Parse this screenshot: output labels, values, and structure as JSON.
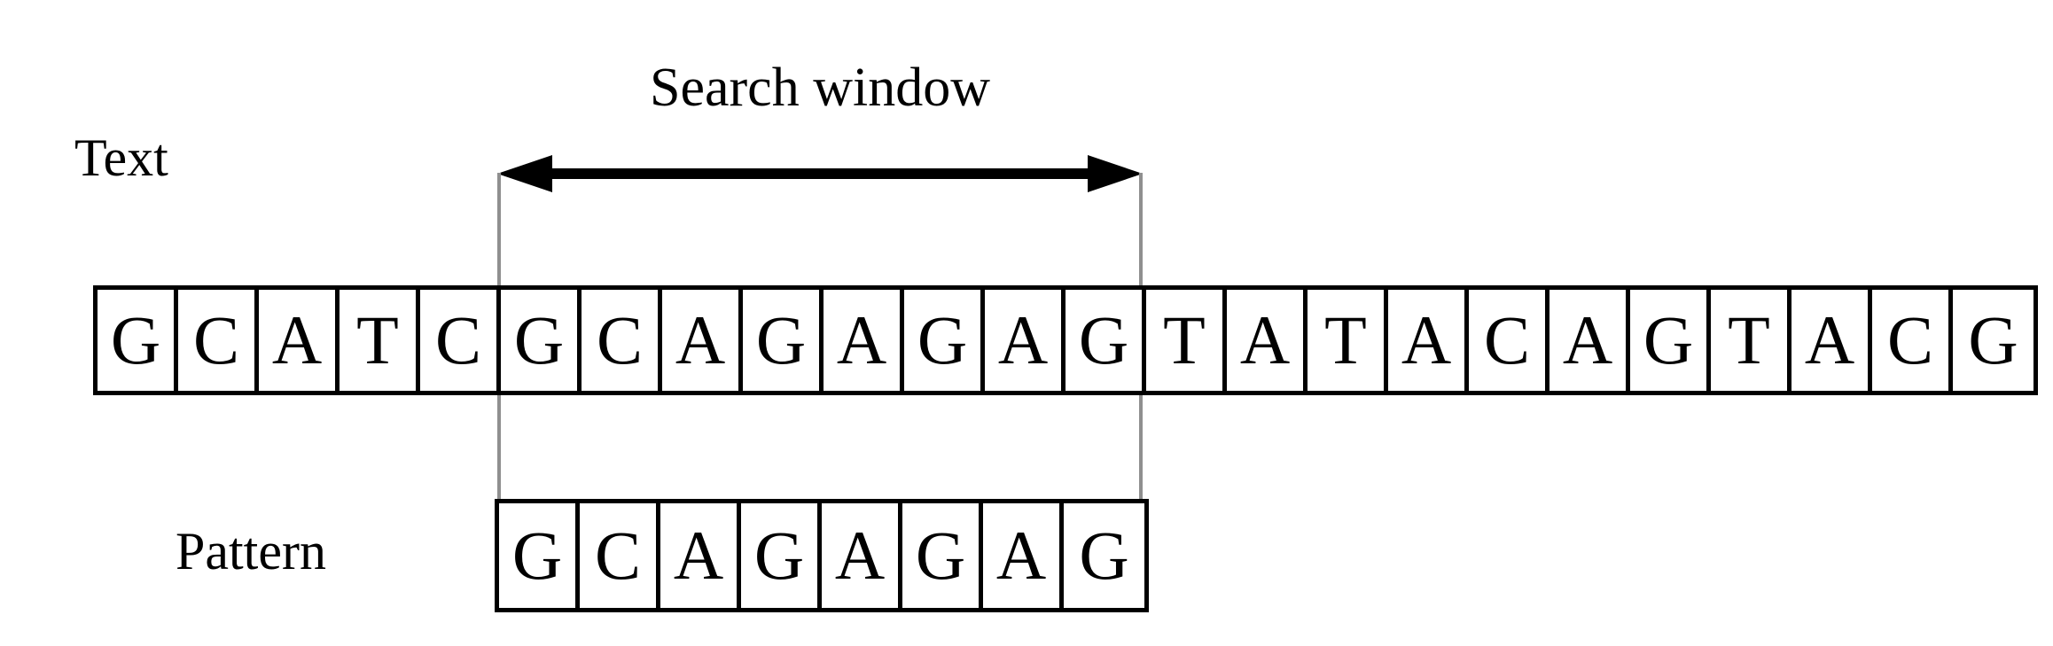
{
  "diagram": {
    "title": "Search window",
    "text_row_label": "Text",
    "pattern_row_label": "Pattern",
    "annotation_label": "Search window",
    "colors": {
      "ink": "#000000",
      "guide_line": "#8f8f8f",
      "background": "#ffffff"
    },
    "text_sequence": [
      "G",
      "C",
      "A",
      "T",
      "C",
      "G",
      "C",
      "A",
      "G",
      "A",
      "G",
      "A",
      "G",
      "T",
      "A",
      "T",
      "A",
      "C",
      "A",
      "G",
      "T",
      "A",
      "C",
      "G"
    ],
    "text_string": "GCATCGCAGAGAGTATACAGTACG",
    "pattern_sequence": [
      "G",
      "C",
      "A",
      "G",
      "A",
      "G",
      "A",
      "G"
    ],
    "pattern_string": "GCAGAGAG",
    "search_window": {
      "start_index": 5,
      "end_index": 12,
      "length": 8,
      "aligned_text": "GCAGAGAG",
      "arrow_style": "double-headed"
    }
  }
}
